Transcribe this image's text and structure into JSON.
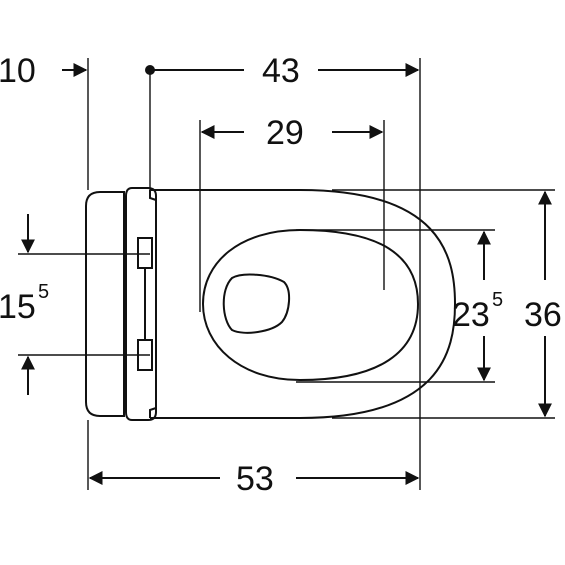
{
  "dimensions": {
    "rear_offset": "10",
    "length_to_center": "43",
    "bowl_opening_length": "29",
    "outlet_height_main": "15",
    "outlet_height_sup": "5",
    "bowl_opening_width_main": "23",
    "bowl_opening_width_sup": "5",
    "overall_width": "36",
    "overall_length": "53"
  },
  "colors": {
    "line": "#111111",
    "background": "#ffffff"
  }
}
